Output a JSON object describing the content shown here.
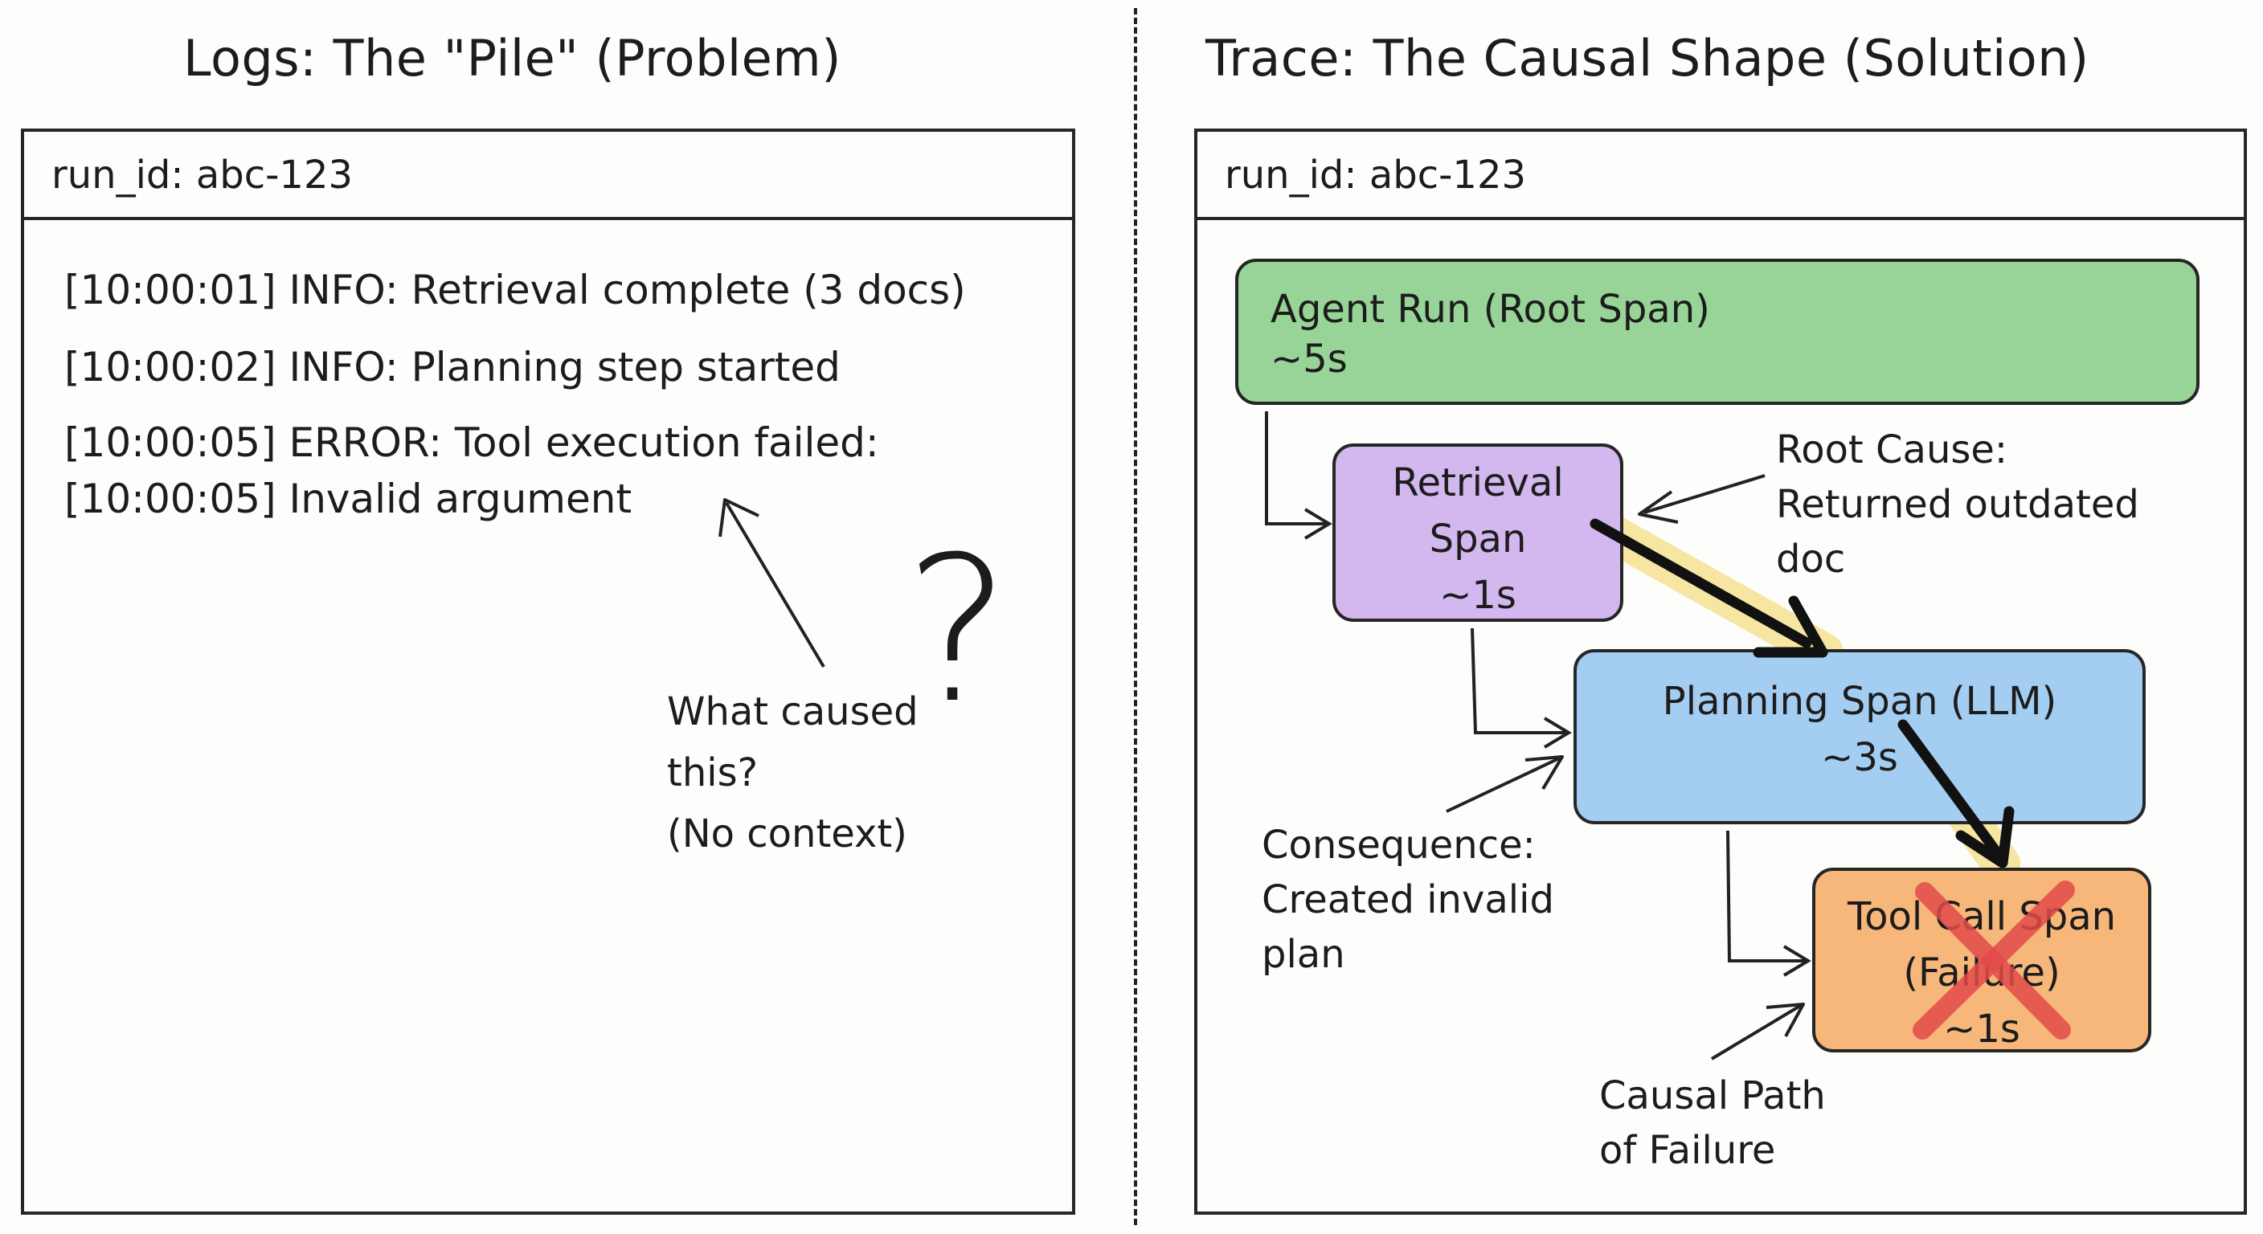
{
  "left": {
    "heading": "Logs: The \"Pile\" (Problem)",
    "run_id": "run_id: abc-123",
    "log_lines": [
      "[10:00:01]  INFO: Retrieval complete (3 docs)",
      "[10:00:02] INFO: Planning step started",
      "[10:00:05] ERROR: Tool execution failed:",
      "[10:00:05] Invalid argument"
    ],
    "question_mark": "?",
    "annotation": [
      "What caused",
      "this?",
      "(No context)"
    ]
  },
  "right": {
    "heading": "Trace: The Causal Shape (Solution)",
    "run_id": "run_id: abc-123",
    "spans": {
      "root": {
        "name": "Agent Run (Root Span)",
        "duration": "~5s",
        "color": "#98d497"
      },
      "retrieval": {
        "name_line1": "Retrieval",
        "name_line2": "Span",
        "duration": "~1s",
        "color": "#d3b7ef"
      },
      "planning": {
        "name": "Planning Span (LLM)",
        "duration": "~3s",
        "color": "#a4cdf2"
      },
      "tool": {
        "name": "Tool Call Span",
        "status": "(Failure)",
        "duration": "~1s",
        "color": "#f7b77a"
      }
    },
    "annotations": {
      "root_cause": [
        "Root Cause:",
        "Returned outdated",
        "doc"
      ],
      "consequence": [
        "Consequence:",
        "Created invalid",
        "plan"
      ],
      "causal_path": [
        "Causal Path",
        "of Failure"
      ]
    },
    "highlight_color": "#f4e08a",
    "failure_mark_color": "#e24a4a"
  }
}
